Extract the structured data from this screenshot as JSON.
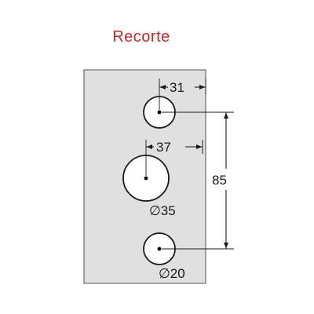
{
  "title": "Recorte",
  "colors": {
    "title": "#c62828",
    "plate_fill": "#e0e0e0",
    "plate_stroke": "#555555",
    "line": "#1a1a1a"
  },
  "dimensions": {
    "top_hole_offset": "31",
    "middle_hole_offset": "37",
    "hole_spacing": "85",
    "large_hole_diameter": "∅35",
    "small_hole_diameter": "∅20"
  }
}
